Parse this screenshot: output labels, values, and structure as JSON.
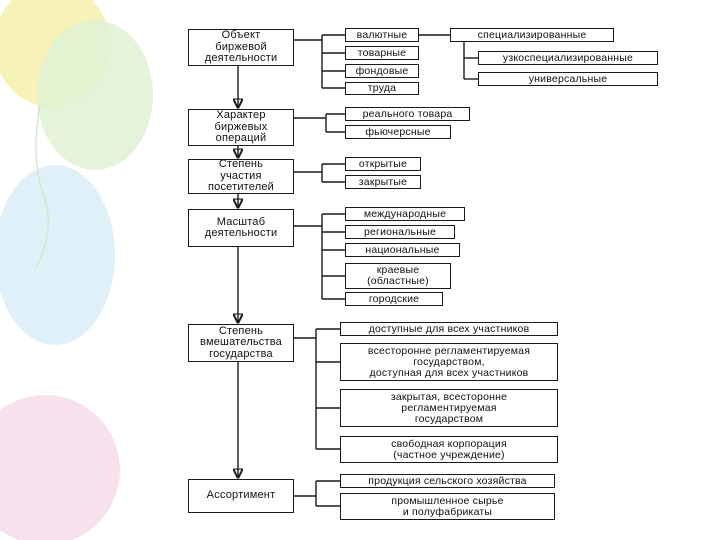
{
  "categories": [
    {
      "label": "Объект\nбиржевой\nдеятельности",
      "items": [
        "валютные",
        "товарные",
        "фондовые",
        "труда"
      ],
      "subitems": [
        "специализированные",
        "узкоспециализированные",
        "универсальные"
      ]
    },
    {
      "label": "Характер\nбиржевых\nопераций",
      "items": [
        "реального товара",
        "фьючерсные"
      ]
    },
    {
      "label": "Степень\nучастия\nпосетителей",
      "items": [
        "открытые",
        "закрытые"
      ]
    },
    {
      "label": "Масштаб\nдеятельности",
      "items": [
        "международные",
        "региональные",
        "национальные",
        "краевые\n(областные)",
        "городские"
      ]
    },
    {
      "label": "Степень\nвмешательства\nгосударства",
      "items": [
        "доступные для всех участников",
        "всесторонне регламентируемая\nгосударством,\nдоступная для всех участников",
        "закрытая, всесторонне\nрегламентируемая\nгосударством",
        "свободная корпорация\n(частное учреждение)"
      ]
    },
    {
      "label": "Ассортимент",
      "items": [
        "продукция сельского хозяйства",
        "промышленное сырье\nи полуфабрикаты"
      ]
    }
  ],
  "colors": {
    "line": "#1a1a1a",
    "balloon_yellow": "#f6f2b8",
    "balloon_green": "#dff2d4",
    "balloon_blue": "#d7ecf7",
    "balloon_pink": "#f6dcea"
  }
}
